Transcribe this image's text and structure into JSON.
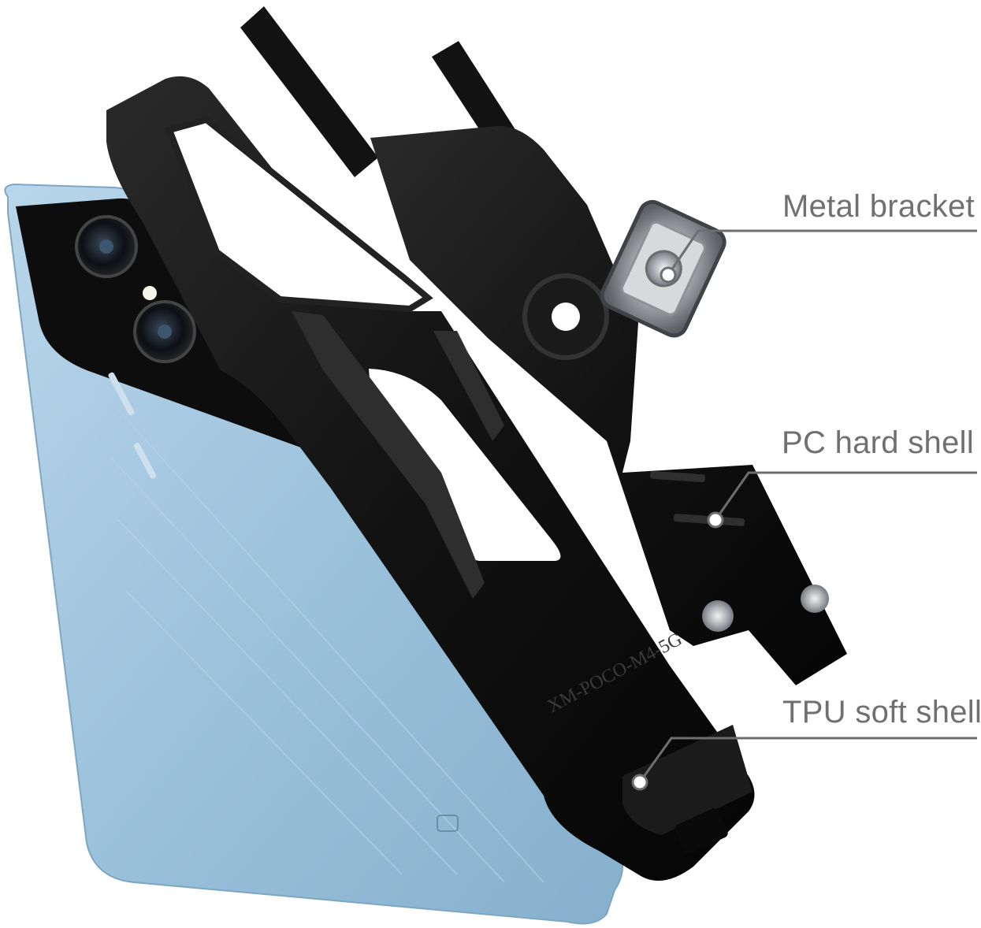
{
  "callouts": {
    "metal_bracket": "Metal bracket",
    "pc_hard_shell": "PC hard shell",
    "tpu_soft_shell": "TPU soft shell"
  },
  "case_print": "XM-POCO-M4-5G",
  "colors": {
    "background": "#ffffff",
    "label_text": "#707070",
    "leader_line": "#6e6e6e",
    "phone_blue": "#9ec3dc",
    "case_black": "#111111",
    "metal": "#b8bcc0"
  }
}
